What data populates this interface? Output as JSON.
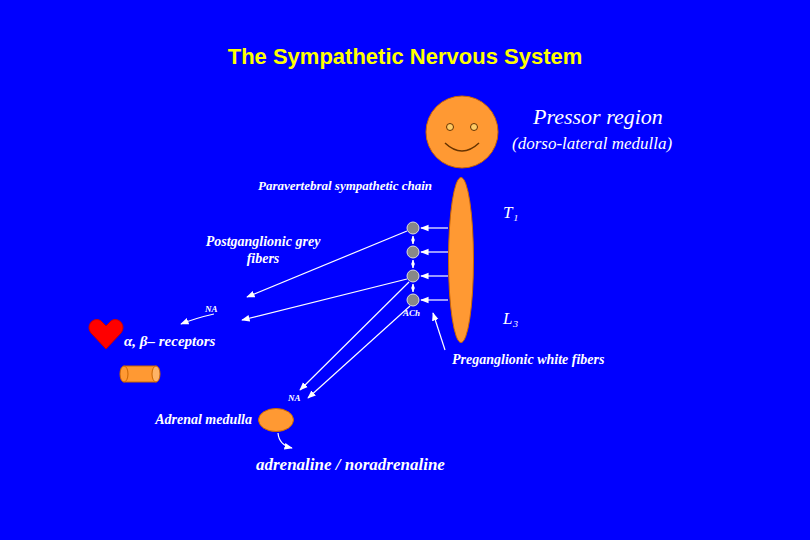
{
  "diagram": {
    "title": "The Sympathetic Nervous System",
    "nodes": [
      {
        "text": [
          "Pressor region",
          "(dorso-lateral medulla)"
        ]
      },
      {
        "text": [
          "T₁",
          "L₃"
        ]
      },
      {
        "text": [
          "α, β– receptors"
        ]
      },
      {
        "text": [
          "Adrenal medulla"
        ]
      }
    ],
    "labels": [
      "Paravertebral sympathetic chain",
      "Postganglionic grey fibers",
      "NA",
      "ACh",
      "Preganglionic white fibers",
      "NA",
      "adrenaline / noradrenaline"
    ]
  }
}
